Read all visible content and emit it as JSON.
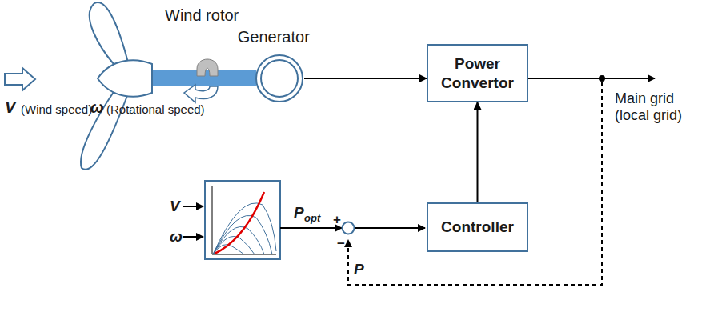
{
  "diagram": {
    "nodes": [
      {
        "text": [
          "Generator"
        ]
      },
      {
        "text": [
          "Power Convertor"
        ]
      },
      {
        "text": [
          "Controller"
        ]
      }
    ],
    "edges": [
      {
        "from": 0,
        "to": 1,
        "arrow": "to"
      },
      {
        "from": 2,
        "to": 1,
        "arrow": "to"
      }
    ],
    "labels": [
      "Wind rotor",
      "V",
      "(Wind speed)",
      "ω",
      "(Rotational speed)",
      "V",
      "ω",
      "P",
      "opt",
      "+",
      "−",
      "P",
      "Main grid (local grid)"
    ]
  }
}
